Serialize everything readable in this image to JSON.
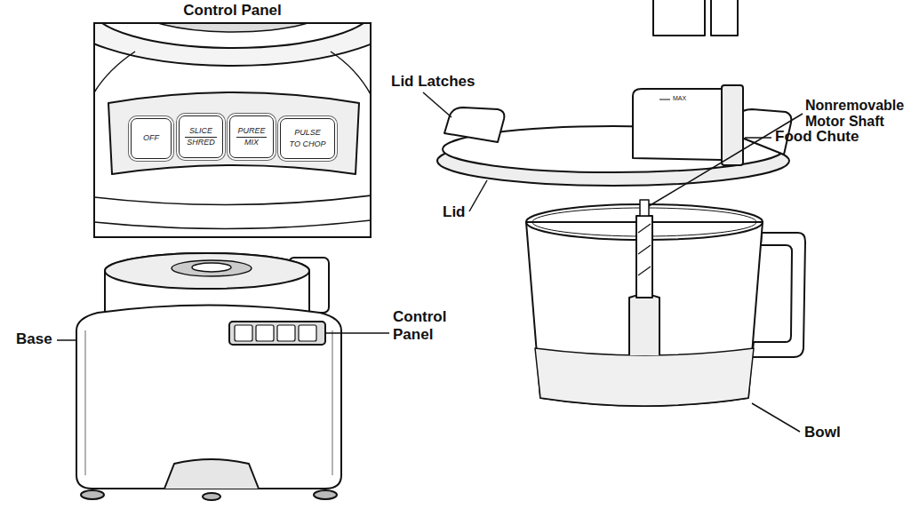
{
  "diagram": {
    "nodes": [
      {
        "text": [
          "Control Panel"
        ]
      },
      {
        "text": [
          "OFF"
        ],
        "in": 0
      },
      {
        "text": [
          "SLICE SHRED"
        ],
        "in": 0
      },
      {
        "text": [
          "PUREE MIX"
        ],
        "in": 0
      },
      {
        "text": [
          "PULSE TO CHOP"
        ],
        "in": 0
      }
    ],
    "labels": [
      "Control Panel",
      "Base",
      "Lid Latches",
      "Food Chute",
      "Nonremovable Motor Shaft",
      "Lid",
      "Bowl",
      "MAX"
    ]
  }
}
